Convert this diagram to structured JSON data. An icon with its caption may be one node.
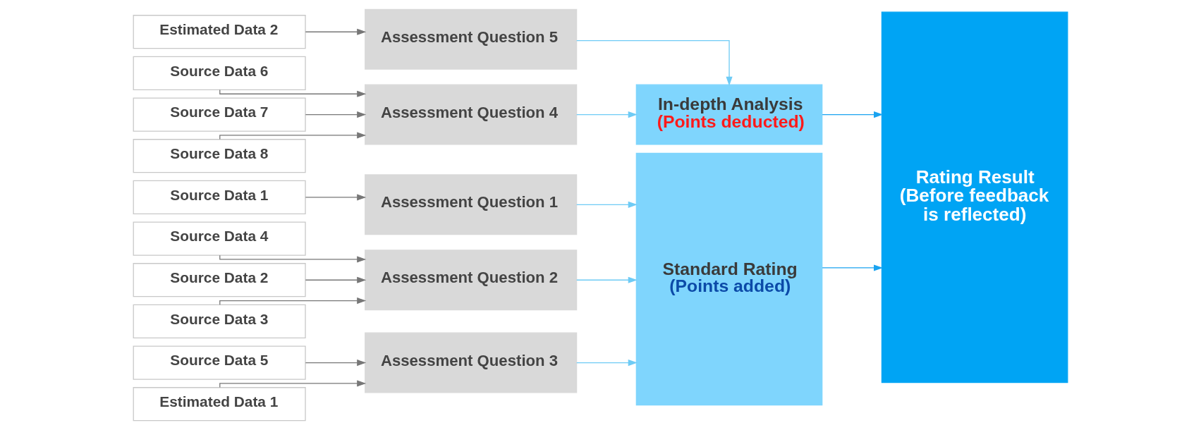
{
  "diagram": {
    "nodes": [
      {
        "text": [
          "Source Data 1"
        ]
      },
      {
        "text": [
          "Source Data 2"
        ]
      },
      {
        "text": [
          "Source Data 3"
        ]
      },
      {
        "text": [
          "Source Data 4"
        ]
      },
      {
        "text": [
          "Source Data 5"
        ]
      },
      {
        "text": [
          "Estimated Data 1"
        ]
      },
      {
        "text": [
          "Source Data 6"
        ]
      },
      {
        "text": [
          "Source Data 7"
        ]
      },
      {
        "text": [
          "Source Data 8"
        ]
      },
      {
        "text": [
          "Estimated Data 2"
        ]
      },
      {
        "text": [
          "Assessment Question 1"
        ]
      },
      {
        "text": [
          "Assessment Question 2"
        ]
      },
      {
        "text": [
          "Assessment Question 3"
        ]
      },
      {
        "text": [
          "Assessment Question 4"
        ]
      },
      {
        "text": [
          "Assessment Question 5"
        ]
      },
      {
        "text": [
          "Standard Rating",
          "(Points added)"
        ]
      },
      {
        "text": [
          "In-depth Analysis",
          "(Points deducted)"
        ]
      },
      {
        "text": [
          "Rating Result (Before feedback is reflected)"
        ]
      }
    ],
    "edges": [
      {
        "from": 0,
        "to": 10,
        "arrow": "to"
      },
      {
        "from": 1,
        "to": 11,
        "arrow": "to"
      },
      {
        "from": 2,
        "to": 11,
        "arrow": "to"
      },
      {
        "from": 3,
        "to": 11,
        "arrow": "to"
      },
      {
        "from": 4,
        "to": 12,
        "arrow": "to"
      },
      {
        "from": 5,
        "to": 12,
        "arrow": "to"
      },
      {
        "from": 6,
        "to": 13,
        "arrow": "to"
      },
      {
        "from": 7,
        "to": 13,
        "arrow": "to"
      },
      {
        "from": 8,
        "to": 13,
        "arrow": "to"
      },
      {
        "from": 9,
        "to": 14,
        "arrow": "to"
      },
      {
        "from": 10,
        "to": 15,
        "arrow": "to",
        "color": "#6ecbf5"
      },
      {
        "from": 11,
        "to": 15,
        "arrow": "to",
        "color": "#6ecbf5"
      },
      {
        "from": 12,
        "to": 15,
        "arrow": "to",
        "color": "#6ecbf5"
      },
      {
        "from": 13,
        "to": 16,
        "arrow": "to",
        "color": "#6ecbf5"
      },
      {
        "from": 14,
        "to": 16,
        "arrow": "to",
        "color": "#6ecbf5"
      },
      {
        "from": 15,
        "to": 17,
        "arrow": "to",
        "color": "#1aa3f0"
      },
      {
        "from": 16,
        "to": 17,
        "arrow": "to",
        "color": "#1aa3f0"
      }
    ]
  }
}
